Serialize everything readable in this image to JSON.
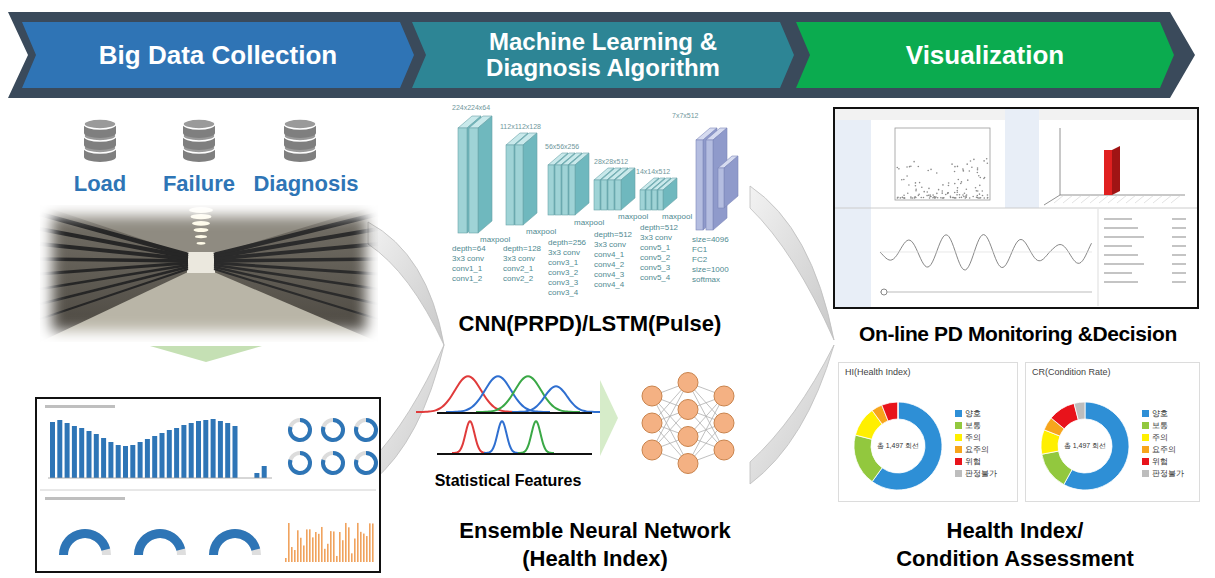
{
  "diagram": {
    "nodes": [
      {
        "text": [
          "Big Data Collection"
        ]
      },
      {
        "text": [
          "Machine Learning & Diagnosis Algorithm"
        ]
      },
      {
        "text": [
          "Visualization"
        ]
      },
      {
        "text": [
          "HI(Health Index)",
          "총 1,497 회선"
        ]
      },
      {
        "text": [
          "CR(Condition Rate)",
          "총 1,497 회선"
        ]
      }
    ],
    "labels": [
      "Load",
      "Failure",
      "Diagnosis",
      "224x224x64",
      "112x112x128",
      "56x56x256",
      "28x28x512",
      "14x14x512",
      "7x7x512",
      "maxpool",
      "depth=64",
      "3x3 conv",
      "conv1_1",
      "conv1_2",
      "maxpool",
      "depth=128",
      "3x3 conv",
      "conv2_1",
      "conv2_2",
      "maxpool",
      "depth=256",
      "3x3 conv",
      "conv3_1",
      "conv3_2",
      "conv3_3",
      "conv3_4",
      "maxpool",
      "depth=512",
      "3x3 conv",
      "conv4_1",
      "conv4_2",
      "conv4_3",
      "conv4_4",
      "maxpool",
      "depth=512",
      "3x3 conv",
      "conv5_1",
      "conv5_2",
      "conv5_3",
      "conv5_4",
      "size=4096",
      "FC1",
      "FC2",
      "size=1000",
      "softmax",
      "CNN(PRPD)/LSTM(Pulse)",
      "Statistical Features",
      "Ensemble Neural Network (Health Index)",
      "On-line PD Monitoring &Decision",
      "Health Index/ Condition Assessment"
    ],
    "legend": [
      {
        "text": "양호",
        "color": "#2e8fd6"
      },
      {
        "text": "보통",
        "color": "#92c83e"
      },
      {
        "text": "주의",
        "color": "#ffef00"
      },
      {
        "text": "요주의",
        "color": "#f7a51c"
      },
      {
        "text": "위험",
        "color": "#e8131b"
      },
      {
        "text": "판정불가",
        "color": "#bdbdbd"
      },
      {
        "text": "양호",
        "color": "#2e8fd6"
      },
      {
        "text": "보통",
        "color": "#92c83e"
      },
      {
        "text": "주의",
        "color": "#ffef00"
      },
      {
        "text": "요주의",
        "color": "#f7a51c"
      },
      {
        "text": "위험",
        "color": "#e8131b"
      },
      {
        "text": "판정불가",
        "color": "#bdbdbd"
      }
    ]
  }
}
